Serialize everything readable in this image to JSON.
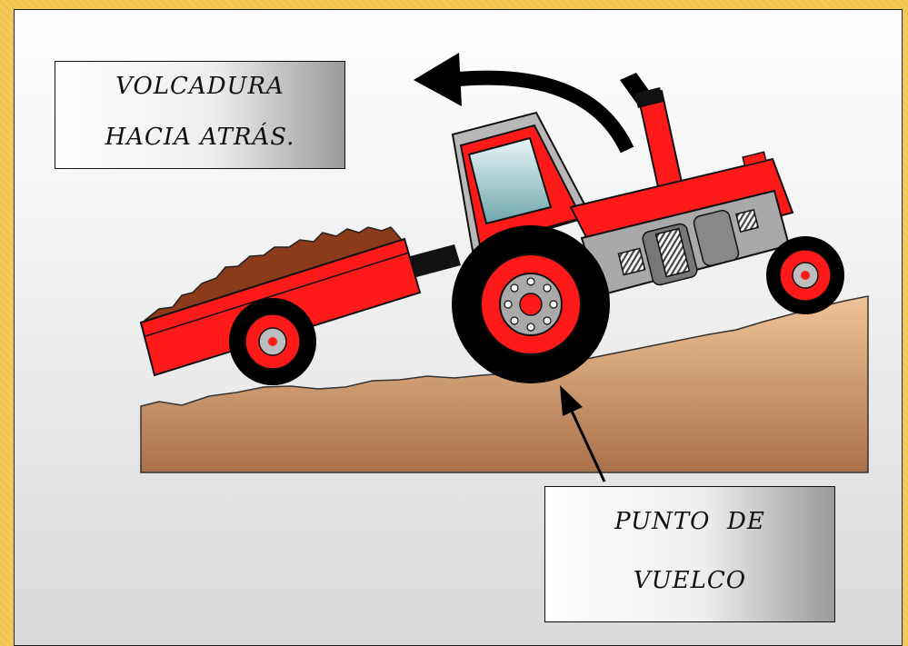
{
  "labels": {
    "rollover": {
      "line1": "VOLCADURA",
      "line2": "HACIA ATRÁS."
    },
    "tipping_point": {
      "line1": "PUNTO  DE",
      "line2": "VUELCO"
    }
  },
  "colors": {
    "tractor_red": "#ff1a1a",
    "soil": "#c8956a",
    "cargo": "#8b3a1a",
    "window_glass": "#9fcfd6",
    "engine_gray": "#a9a9a9",
    "background_gold": "#f3c54e"
  }
}
